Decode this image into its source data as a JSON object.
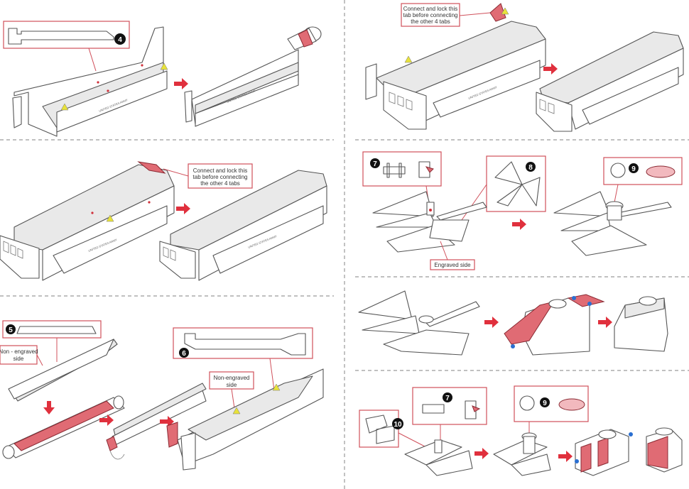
{
  "steps": {
    "s4": "4",
    "s5": "5",
    "s6": "6",
    "s7a": "7",
    "s8": "8",
    "s9a": "9",
    "s7b": "7",
    "s9b": "9",
    "s10": "10"
  },
  "notes": {
    "connect_left": [
      "Connect and lock this",
      "tab before connecting",
      "the other 4 tabs"
    ],
    "connect_right": [
      "Connect and lock this",
      "tab before connecting",
      "the other 4 tabs"
    ],
    "non_engraved_a": [
      "Non - engraved",
      "side"
    ],
    "non_engraved_b": [
      "Non-engraved",
      "side"
    ],
    "engraved": "Engraved side"
  },
  "hull_print": "UNITED STATES ARMY",
  "colors": {
    "accent_red": "#e0303d",
    "part_red": "#e06b74",
    "tab_yellow": "#e8e23a",
    "marker_blue": "#2a6fd1",
    "divider": "#9a9a9a"
  }
}
